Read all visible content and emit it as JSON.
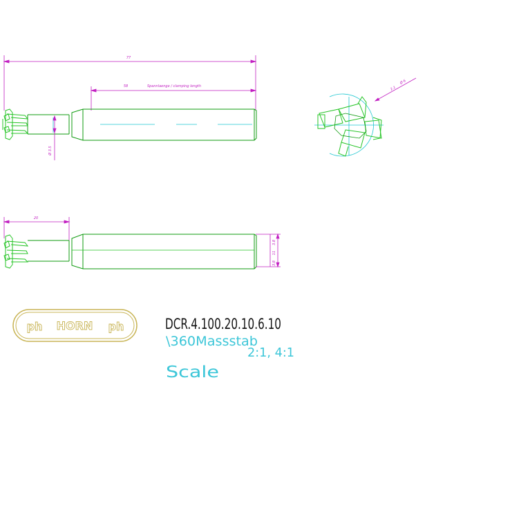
{
  "colors": {
    "tool_outline": "#0f9b0f",
    "tool_edge": "#25c425",
    "dimension": "#c21fc2",
    "centerline": "#1ec6d0",
    "logo": "#c8b455",
    "text_dark": "#141414",
    "text_scale": "#3cc6d8"
  },
  "dimensions": {
    "overall_length": "77",
    "clamping_length": "58",
    "clamping_label": "Spannlaenge / clamping length",
    "neck_diameter": "Ø 3.5",
    "end_view_diameter": "Ø 6",
    "end_view_small": "2.1",
    "neck_length": "20",
    "shank_height_top": "3.8",
    "shank_height": "11",
    "shank_height_bottom": "3.8"
  },
  "logo": {
    "left_mark": "ph",
    "brand": "HORN",
    "right_mark": "ph"
  },
  "title_block": {
    "part_code": "DCR.4.100.20.10.6.10",
    "mass_label": "\\360Massstab",
    "ratio": "2:1, 4:1",
    "scale_label": "Scale"
  }
}
